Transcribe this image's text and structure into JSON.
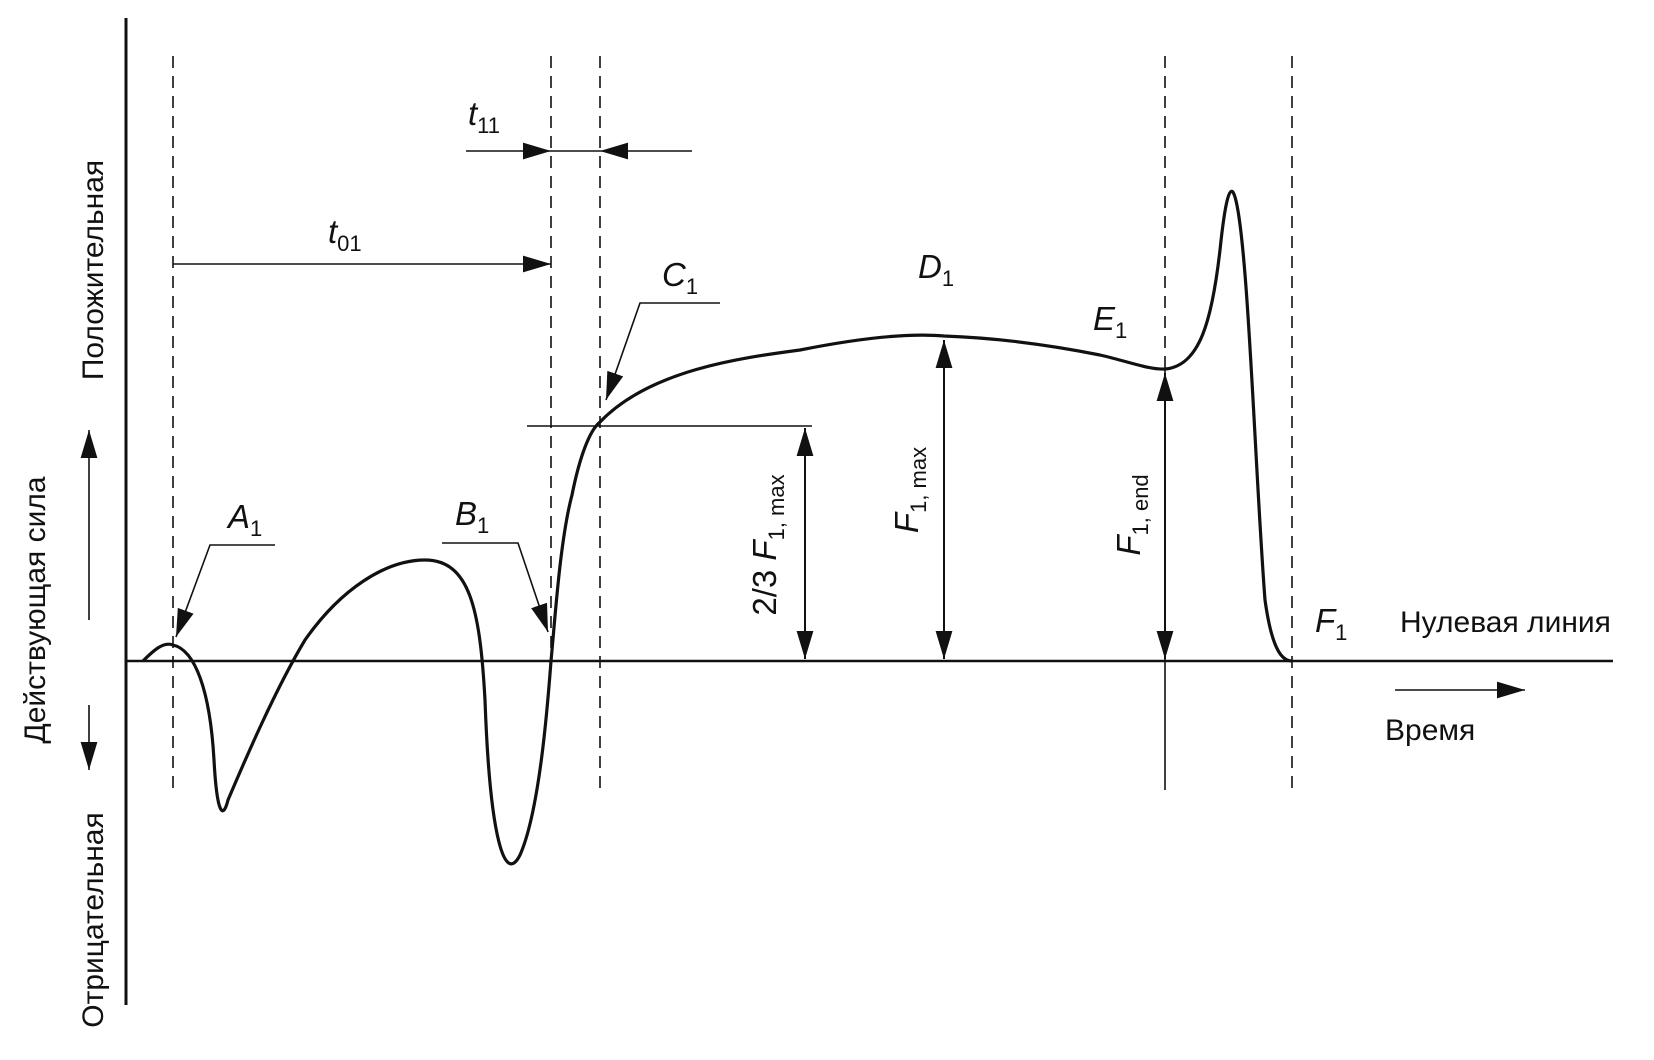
{
  "diagram": {
    "axis_title": "Действующая сила",
    "positive_label": "Положительная",
    "negative_label": "Отрицательная",
    "zero_line_label": "Нулевая линия",
    "time_label": "Время",
    "points": {
      "a1": {
        "main": "A",
        "sub": "1"
      },
      "b1": {
        "main": "B",
        "sub": "1"
      },
      "c1": {
        "main": "C",
        "sub": "1"
      },
      "d1": {
        "main": "D",
        "sub": "1"
      },
      "e1": {
        "main": "E",
        "sub": "1"
      },
      "f1": {
        "main": "F",
        "sub": "1"
      }
    },
    "intervals": {
      "t01": {
        "main": "t",
        "sub": "01"
      },
      "t11": {
        "main": "t",
        "sub": "11"
      }
    },
    "measures": {
      "two_thirds_fmax": {
        "prefix": "2/3 ",
        "main": "F",
        "sub": "1, max"
      },
      "fmax": {
        "main": "F",
        "sub": "1, max"
      },
      "fend": {
        "main": "F",
        "sub": "1, end"
      }
    },
    "colors": {
      "ink": "#111111",
      "background": "#ffffff"
    }
  }
}
